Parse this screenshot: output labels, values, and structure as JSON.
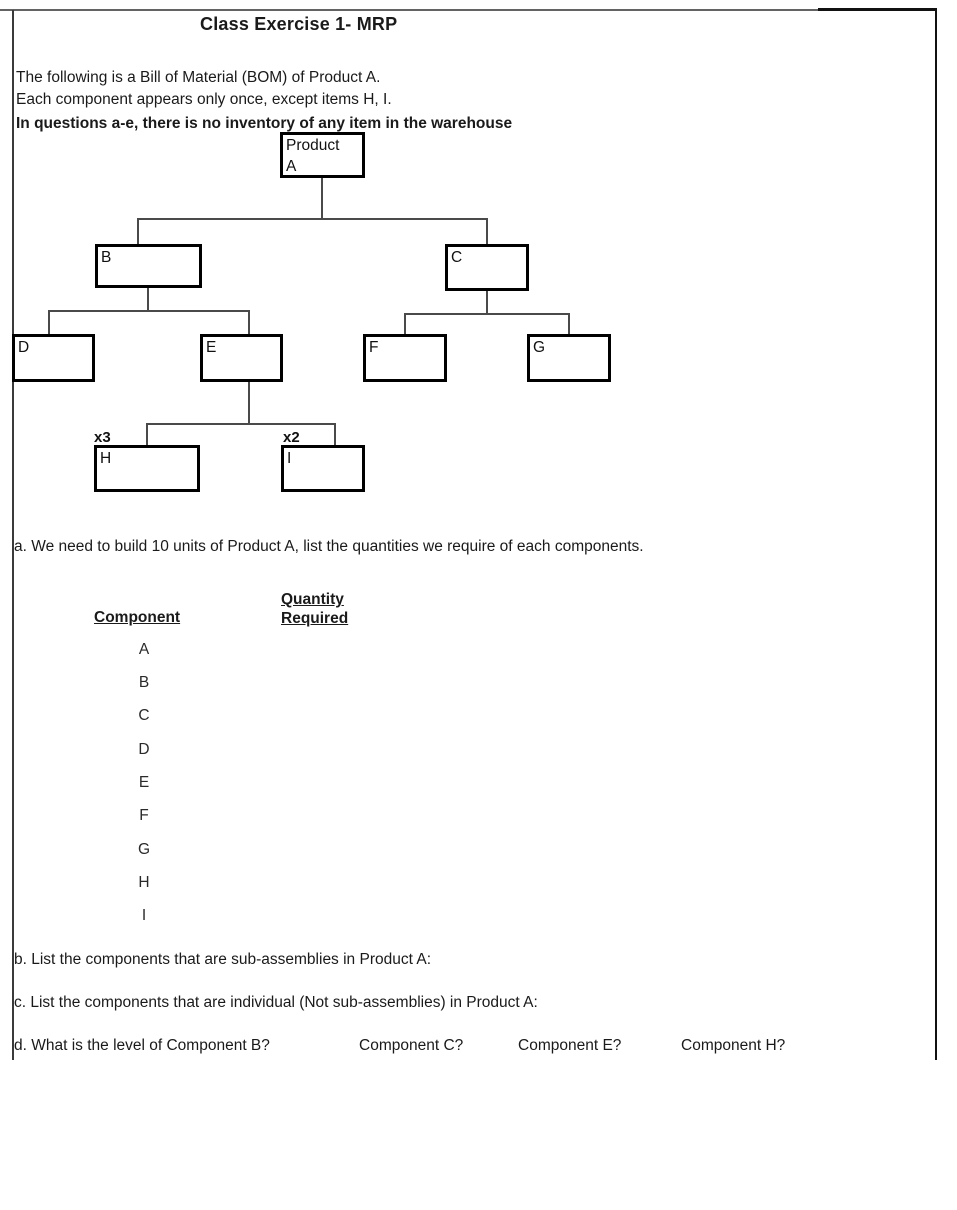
{
  "document": {
    "title": "Class Exercise 1- MRP",
    "intro": {
      "line1": "The following is a Bill of Material (BOM) of Product A.",
      "line2": "Each component appears only once, except items H, I.",
      "line3": "In questions a-e, there is no inventory of any item in the warehouse"
    }
  },
  "bom": {
    "nodes": [
      {
        "id": "A",
        "label": "Product\nA"
      },
      {
        "id": "B",
        "label": "B"
      },
      {
        "id": "C",
        "label": "C"
      },
      {
        "id": "D",
        "label": "D"
      },
      {
        "id": "E",
        "label": "E"
      },
      {
        "id": "F",
        "label": "F"
      },
      {
        "id": "G",
        "label": "G"
      },
      {
        "id": "H",
        "label": "H"
      },
      {
        "id": "I",
        "label": "I"
      }
    ],
    "multipliers": {
      "H": "x3",
      "I": "x2"
    }
  },
  "questions": {
    "a": "a. We need to build 10 units of Product A, list the quantities we require of each components.",
    "b": "b. List the components that are sub-assemblies in Product A:",
    "c": "c. List the components that are individual (Not sub-assemblies) in Product A:",
    "d": {
      "part1": "d. What is the level of Component B?",
      "part2": "Component C?",
      "part3": "Component E?",
      "part4": "Component H?"
    }
  },
  "table": {
    "headers": {
      "component": "Component",
      "quantity": "Quantity\nRequired"
    },
    "rows": [
      {
        "component": "A",
        "quantity": ""
      },
      {
        "component": "B",
        "quantity": ""
      },
      {
        "component": "C",
        "quantity": ""
      },
      {
        "component": "D",
        "quantity": ""
      },
      {
        "component": "E",
        "quantity": ""
      },
      {
        "component": "F",
        "quantity": ""
      },
      {
        "component": "G",
        "quantity": ""
      },
      {
        "component": "H",
        "quantity": ""
      },
      {
        "component": "I",
        "quantity": ""
      }
    ]
  },
  "colors": {
    "text": "#1a1a1a",
    "border": "#000000",
    "connector": "#4a4a4a",
    "page_background": "#ffffff"
  }
}
